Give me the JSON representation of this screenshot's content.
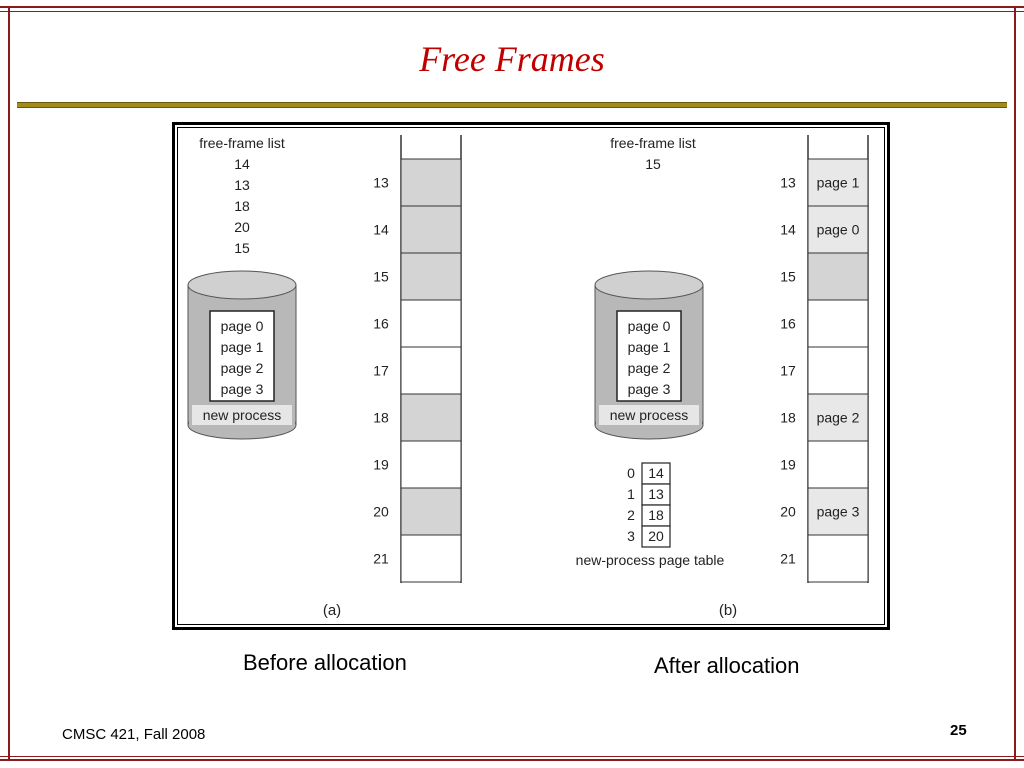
{
  "slide": {
    "title": "Free Frames",
    "footer": "CMSC 421, Fall 2008",
    "page_number": "25"
  },
  "captions": {
    "before": "Before allocation",
    "after": "After allocation"
  },
  "figure": {
    "a": {
      "label": "(a)",
      "free_frame_title": "free-frame list",
      "free_frames": [
        "14",
        "13",
        "18",
        "20",
        "15"
      ],
      "disk_pages": [
        "page 0",
        "page 1",
        "page 2",
        "page 3"
      ],
      "disk_label": "new process",
      "frame_numbers": [
        "13",
        "14",
        "15",
        "16",
        "17",
        "18",
        "19",
        "20",
        "21"
      ],
      "frames": [
        {
          "num": "13",
          "content": "",
          "free": true
        },
        {
          "num": "14",
          "content": "",
          "free": true
        },
        {
          "num": "15",
          "content": "",
          "free": true
        },
        {
          "num": "16",
          "content": "",
          "free": false
        },
        {
          "num": "17",
          "content": "",
          "free": false
        },
        {
          "num": "18",
          "content": "",
          "free": true
        },
        {
          "num": "19",
          "content": "",
          "free": false
        },
        {
          "num": "20",
          "content": "",
          "free": true
        },
        {
          "num": "21",
          "content": "",
          "free": false
        }
      ]
    },
    "b": {
      "label": "(b)",
      "free_frame_title": "free-frame list",
      "free_frames": [
        "15"
      ],
      "disk_pages": [
        "page 0",
        "page 1",
        "page 2",
        "page 3"
      ],
      "disk_label": "new process",
      "page_table_title": "new-process page table",
      "page_table": [
        {
          "page": "0",
          "frame": "14"
        },
        {
          "page": "1",
          "frame": "13"
        },
        {
          "page": "2",
          "frame": "18"
        },
        {
          "page": "3",
          "frame": "20"
        }
      ],
      "frames": [
        {
          "num": "13",
          "content": "page 1",
          "state": "allocated"
        },
        {
          "num": "14",
          "content": "page 0",
          "state": "allocated"
        },
        {
          "num": "15",
          "content": "",
          "state": "free"
        },
        {
          "num": "16",
          "content": "",
          "state": "used"
        },
        {
          "num": "17",
          "content": "",
          "state": "used"
        },
        {
          "num": "18",
          "content": "page 2",
          "state": "allocated"
        },
        {
          "num": "19",
          "content": "",
          "state": "used"
        },
        {
          "num": "20",
          "content": "page 3",
          "state": "allocated"
        },
        {
          "num": "21",
          "content": "",
          "state": "used"
        }
      ]
    }
  },
  "colors": {
    "title": "#c00000",
    "border": "#8b1a1a",
    "rule": "#a38b18",
    "free_frame": "#d4d4d4",
    "allocated_frame": "#e8e8e8",
    "disk_body": "#b8b8b8"
  }
}
